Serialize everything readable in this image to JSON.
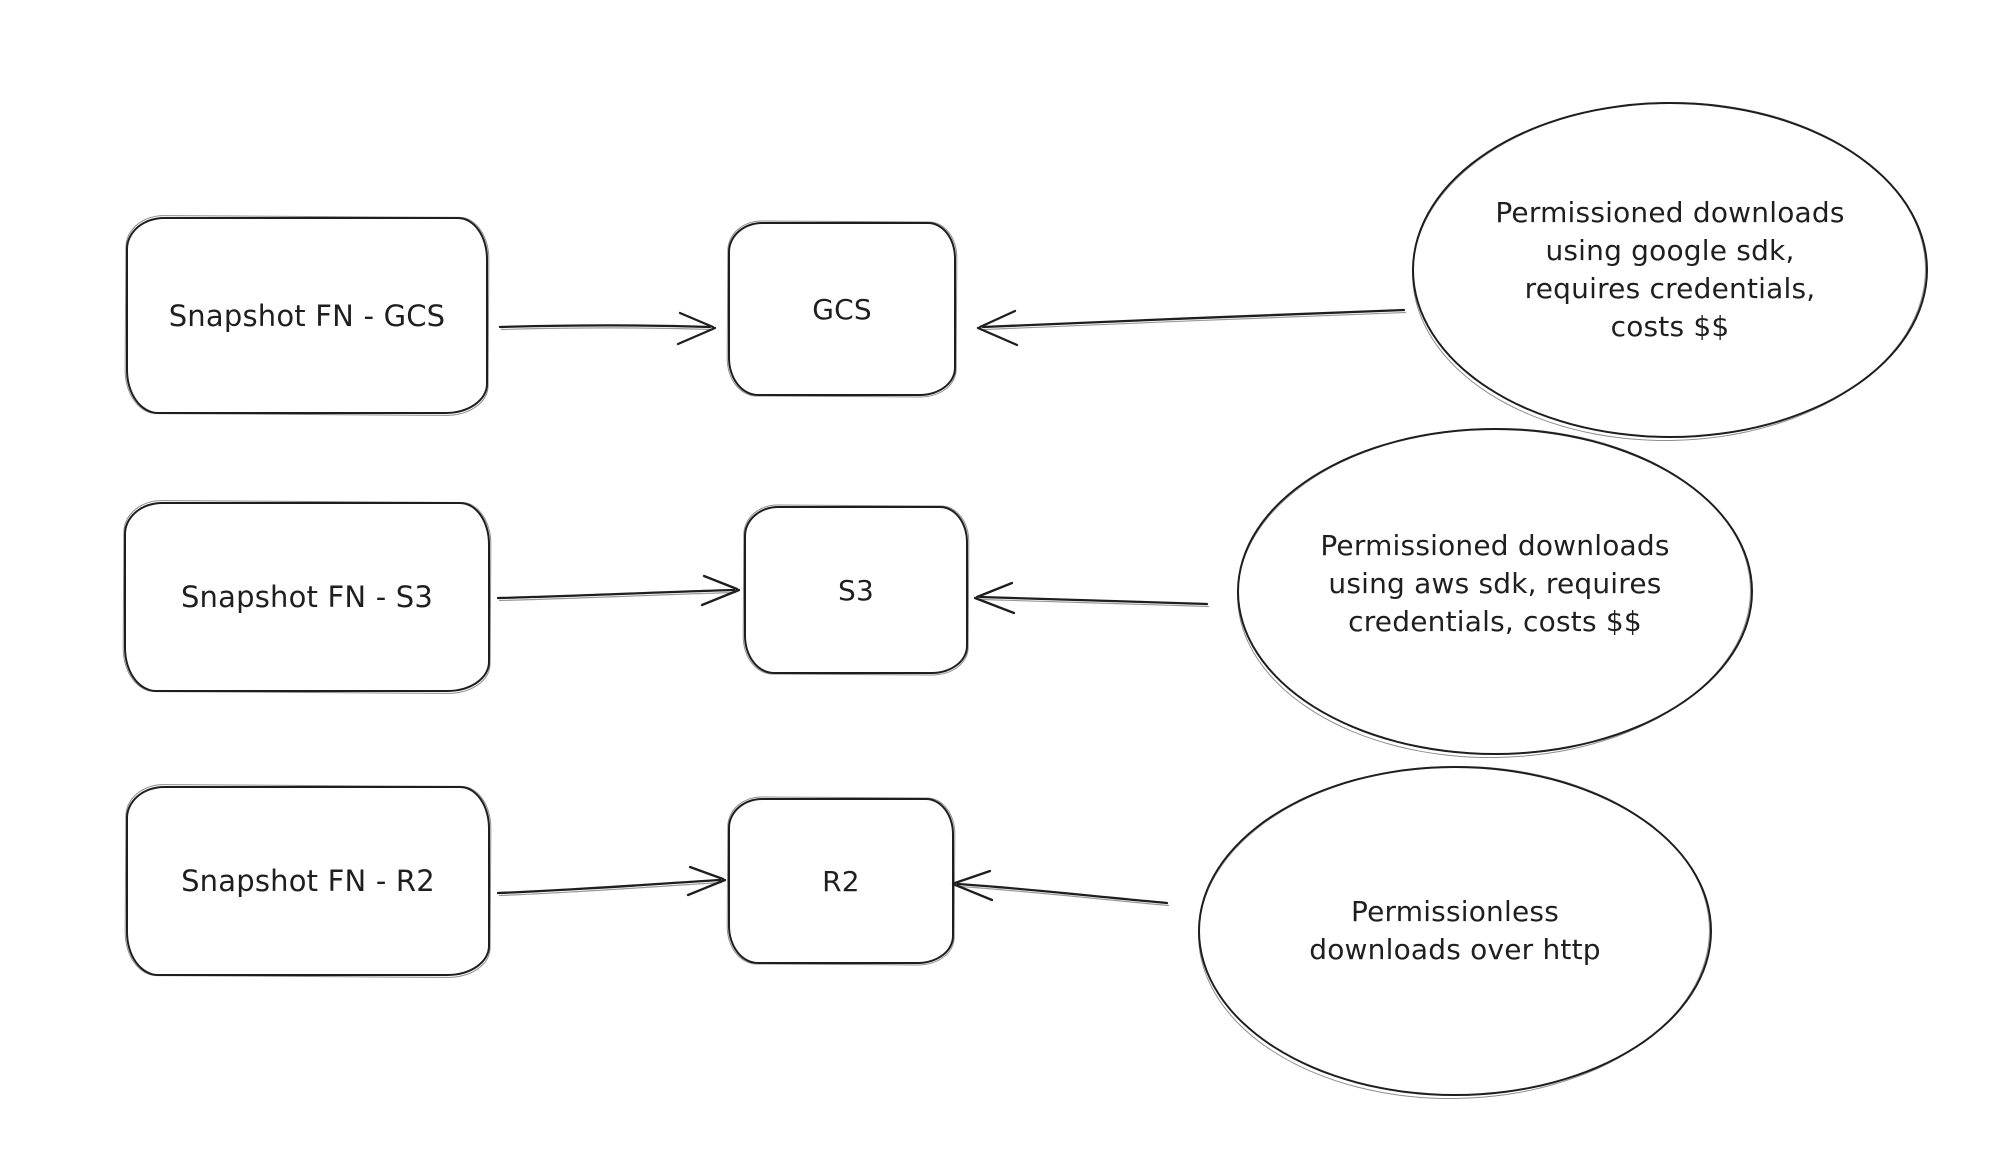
{
  "diagram": {
    "background": "#ffffff",
    "stroke_color": "#1e1e1e",
    "rows": [
      {
        "source": "Snapshot FN - GCS",
        "target": "GCS",
        "note": "Permissioned downloads\nusing google sdk,\nrequires credentials,\ncosts $$"
      },
      {
        "source": "Snapshot FN - S3",
        "target": "S3",
        "note": "Permissioned downloads\nusing aws sdk, requires\ncredentials, costs $$"
      },
      {
        "source": "Snapshot FN - R2",
        "target": "R2",
        "note": "Permissionless\ndownloads over http"
      }
    ],
    "edges": [
      "Snapshot FN - GCS -> GCS",
      "Permissioned downloads using google sdk note -> GCS",
      "Snapshot FN - S3 -> S3",
      "Permissioned downloads using aws sdk note -> S3",
      "Snapshot FN - R2 -> R2",
      "Permissionless downloads note -> R2"
    ]
  }
}
